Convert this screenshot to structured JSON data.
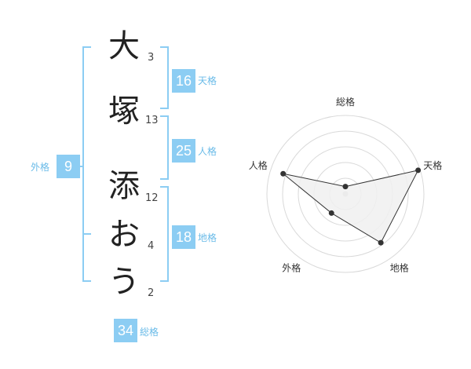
{
  "theme": {
    "accent": "#8ccdf3",
    "accent_text": "#6abbe8",
    "line": "#333333"
  },
  "name_chars": [
    {
      "char": "大",
      "strokes": "3"
    },
    {
      "char": "塚",
      "strokes": "13"
    },
    {
      "char": "添",
      "strokes": "12"
    },
    {
      "char": "お",
      "strokes": "4"
    },
    {
      "char": "う",
      "strokes": "2"
    }
  ],
  "kaku": {
    "tenkaku": {
      "value": "16",
      "label": "天格"
    },
    "jinkaku": {
      "value": "25",
      "label": "人格"
    },
    "chikaku": {
      "value": "18",
      "label": "地格"
    },
    "gaikaku": {
      "value": "9",
      "label": "外格"
    },
    "soukaku": {
      "value": "34",
      "label": "総格"
    }
  },
  "chart_data": {
    "type": "radar",
    "axes": [
      "総格",
      "天格",
      "地格",
      "外格",
      "人格"
    ],
    "values": [
      0.47,
      4.87,
      3.84,
      1.51,
      4.17
    ],
    "range": [
      0,
      5
    ],
    "rings": 5,
    "fill": "#f0f0f0",
    "stroke": "#333333"
  }
}
